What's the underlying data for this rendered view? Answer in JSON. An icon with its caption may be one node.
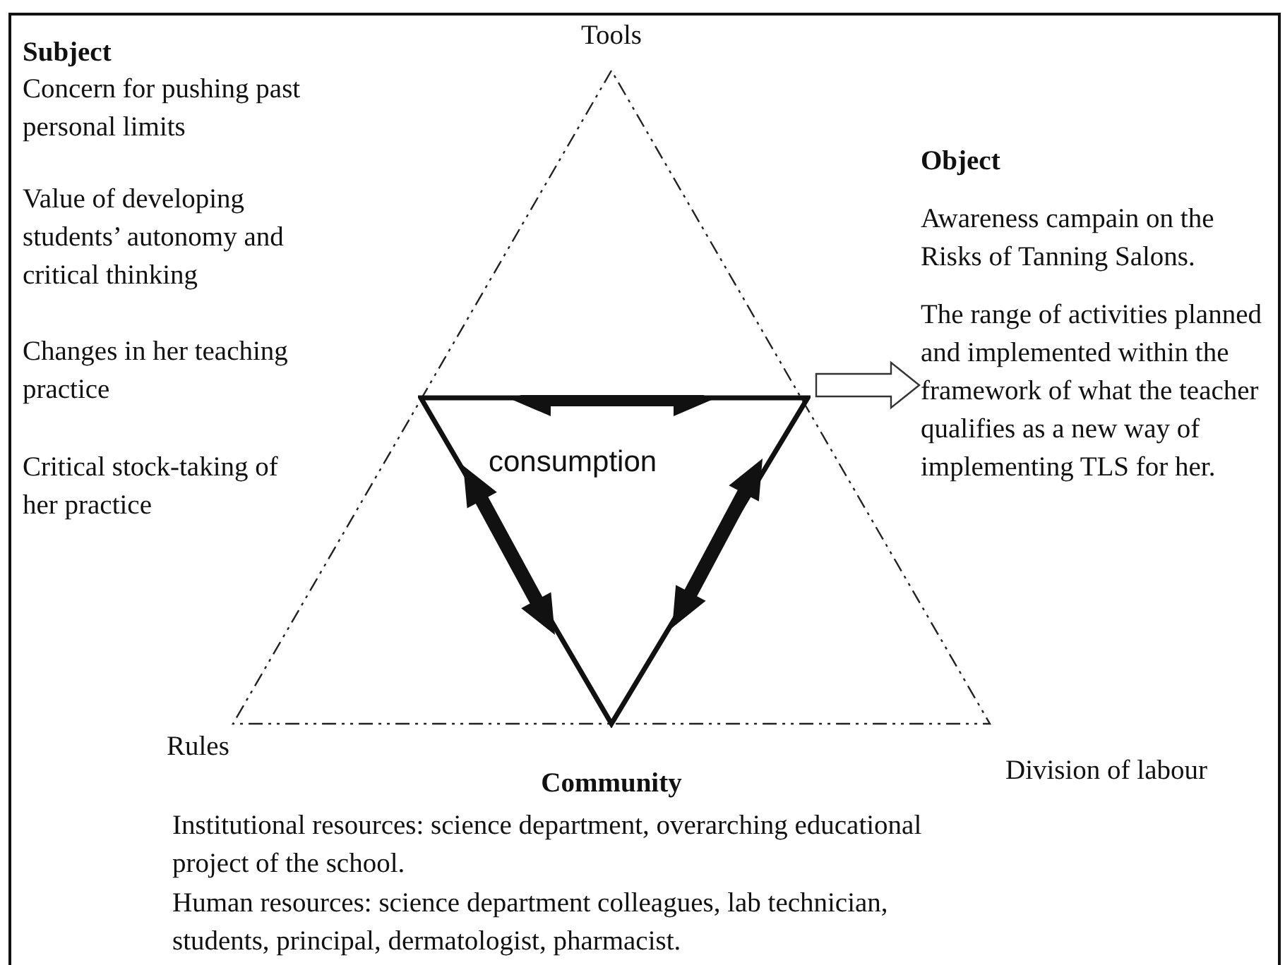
{
  "diagram": {
    "nodes": [
      {
        "text": [
          "Object",
          "Awareness campain on the Risks of Tanning Salons.",
          "The range of activities planned and implemented within the framework of what the teacher qualifies as a new way of implementing TLS for her."
        ]
      },
      {
        "text": [
          "consumption"
        ]
      }
    ],
    "edges": [
      {
        "from": 1,
        "to": 0,
        "arrow": "to"
      }
    ],
    "labels": [
      "Tools",
      "Subject",
      "Concern for pushing past personal limits",
      "Value of developing students’ autonomy and critical thinking",
      "Changes in her teaching practice",
      "Critical stock-taking of her practice",
      "Rules",
      "Community",
      "Division of labour",
      "Institutional resources: science department, overarching educational project of the school.",
      "Human resources: science department colleagues, lab technician, students, principal, dermatologist, pharmacist."
    ]
  }
}
